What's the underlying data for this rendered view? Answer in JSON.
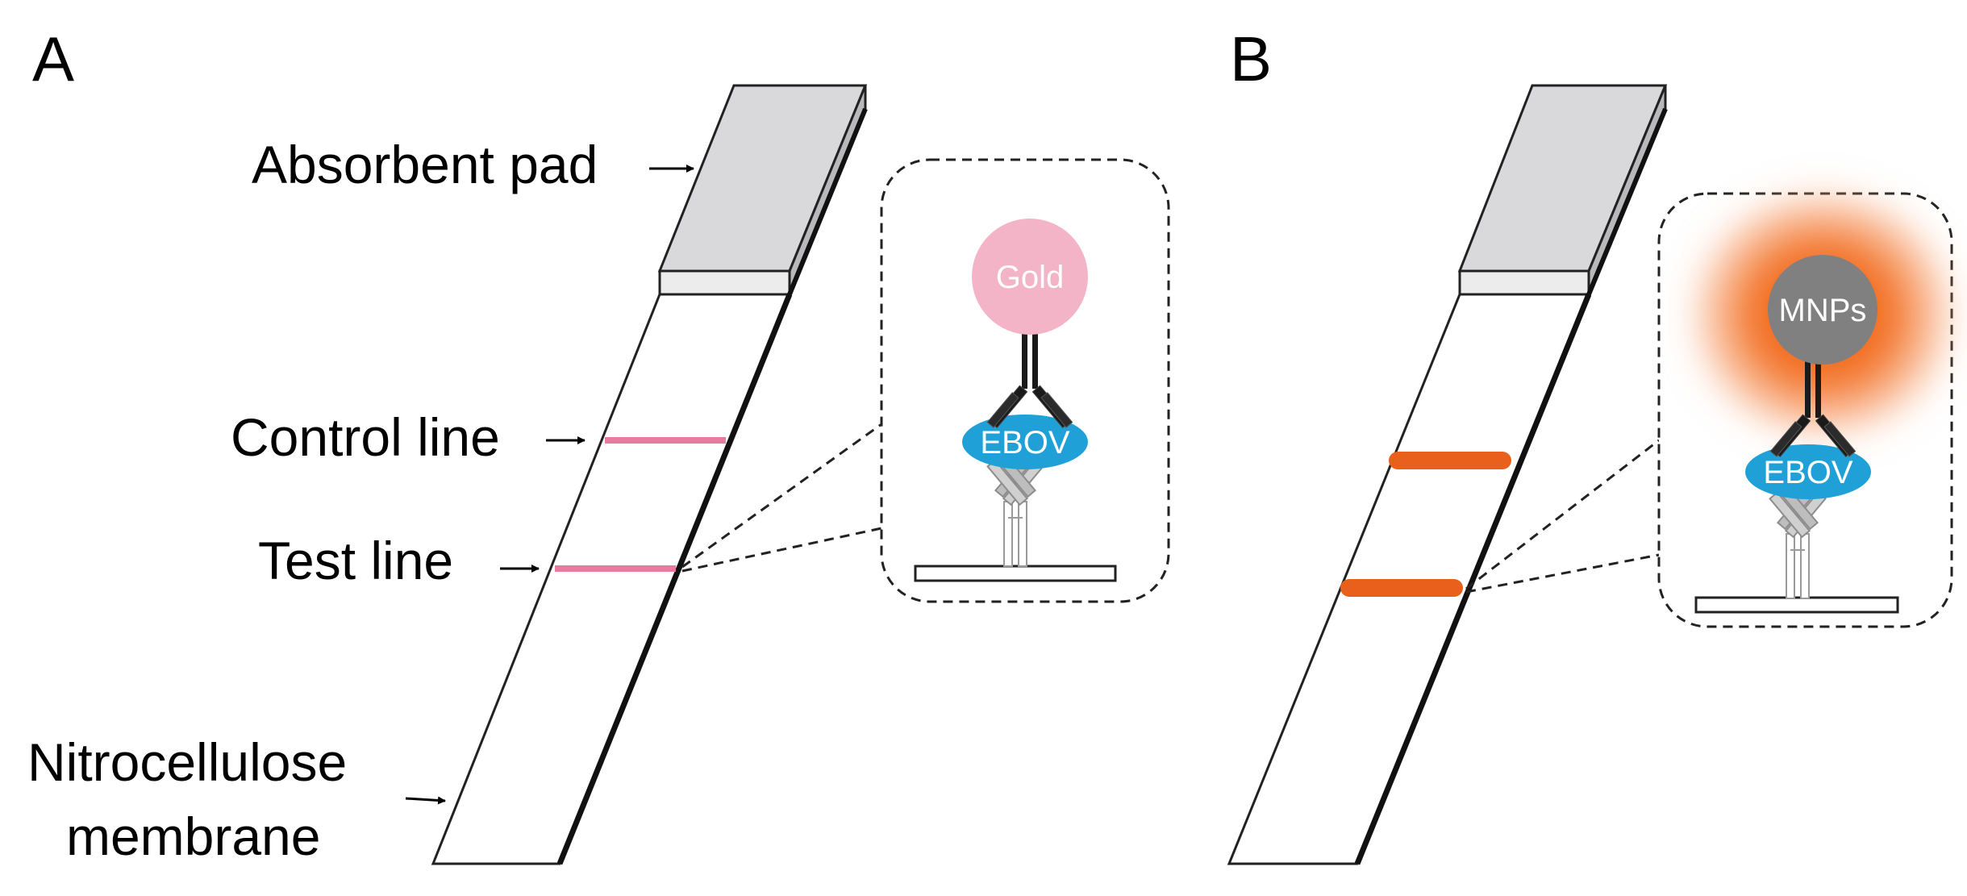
{
  "panel_a": {
    "letter": "A",
    "labels": {
      "absorbent_pad": "Absorbent pad",
      "control_line": "Control line",
      "test_line": "Test line",
      "membrane_line1": "Nitrocellulose",
      "membrane_line2": "membrane"
    },
    "particle": "Gold",
    "antigen": "EBOV"
  },
  "panel_b": {
    "letter": "B",
    "particle": "MNPs",
    "antigen": "EBOV"
  },
  "colors": {
    "gold_particle": "#f3b4c8",
    "control_test_line_a": "#e87aa0",
    "mnp_particle": "#808080",
    "mnp_glow": "#f26a1b",
    "line_b": "#e8601c",
    "ebov": "#1fa0d6",
    "pad_gray": "#d4d4d6",
    "capture_antibody": "#c2c2c2",
    "detection_antibody": "#1a1a1a"
  }
}
